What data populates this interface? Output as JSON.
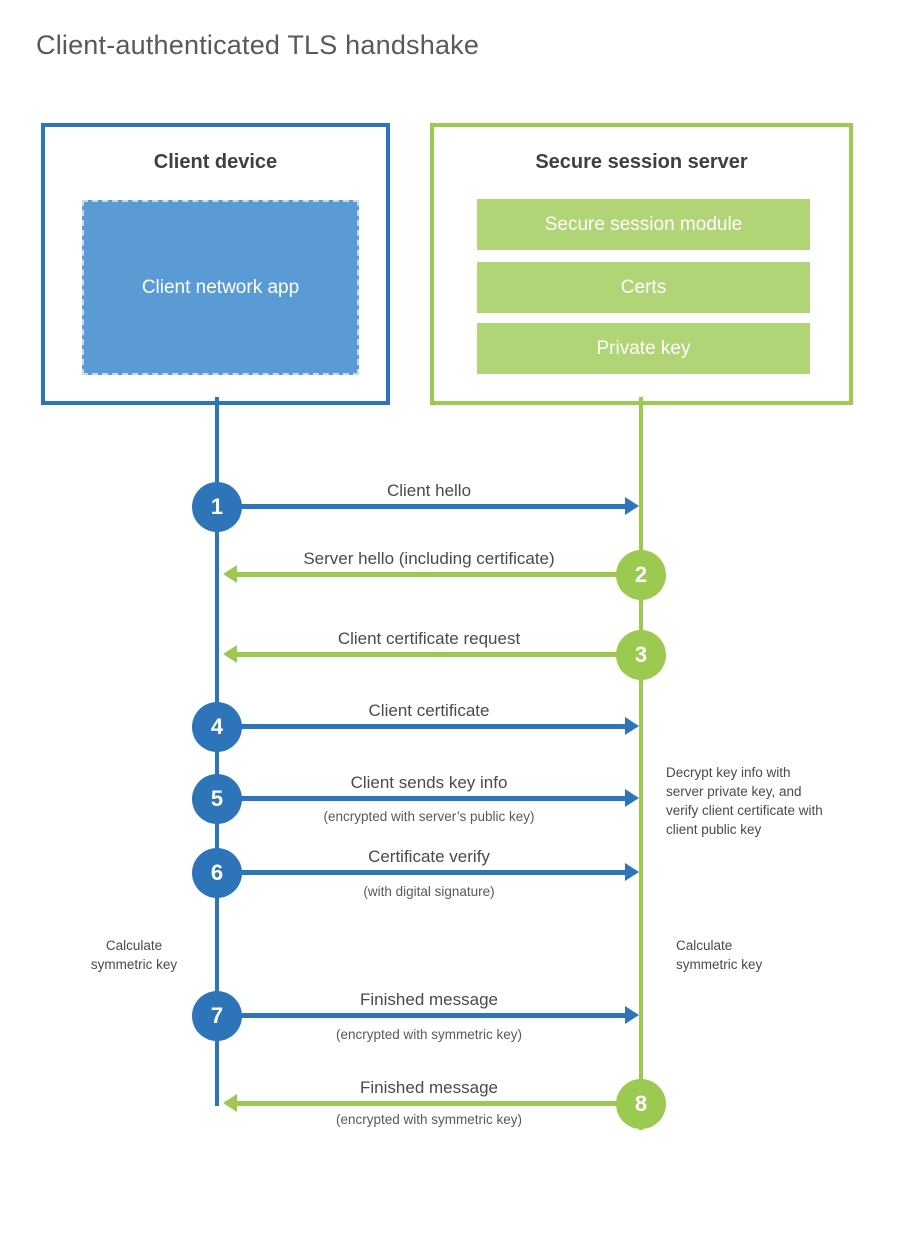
{
  "title": "Client-authenticated TLS handshake",
  "colors": {
    "blue_stroke": "#2e74b8",
    "blue_fill": "#5b9bd5",
    "green_stroke": "#9cc94f",
    "green_fill": "#b1d476",
    "text_dark": "#3f4042",
    "text_gray": "#58595b"
  },
  "client": {
    "title": "Client device",
    "app_label": "Client network app"
  },
  "server": {
    "title": "Secure session server",
    "modules": [
      "Secure session module",
      "Certs",
      "Private key"
    ]
  },
  "steps": [
    {
      "num": "1",
      "from": "client",
      "label": "Client hello",
      "sub": ""
    },
    {
      "num": "2",
      "from": "server",
      "label": "Server hello (including certificate)",
      "sub": ""
    },
    {
      "num": "3",
      "from": "server",
      "label": "Client certificate request",
      "sub": ""
    },
    {
      "num": "4",
      "from": "client",
      "label": "Client certificate",
      "sub": ""
    },
    {
      "num": "5",
      "from": "client",
      "label": "Client sends key info",
      "sub": "(encrypted with server’s public key)"
    },
    {
      "num": "6",
      "from": "client",
      "label": "Certificate verify",
      "sub": "(with digital signature)"
    },
    {
      "num": "7",
      "from": "client",
      "label": "Finished message",
      "sub": "(encrypted with symmetric key)"
    },
    {
      "num": "8",
      "from": "server",
      "label": "Finished message",
      "sub": "(encrypted with symmetric key)"
    }
  ],
  "annotations": {
    "decrypt_note": "Decrypt key info with server private key, and verify client certificate with client public key",
    "calc_left": "Calculate symmetric key",
    "calc_right": "Calculate symmetric key"
  }
}
